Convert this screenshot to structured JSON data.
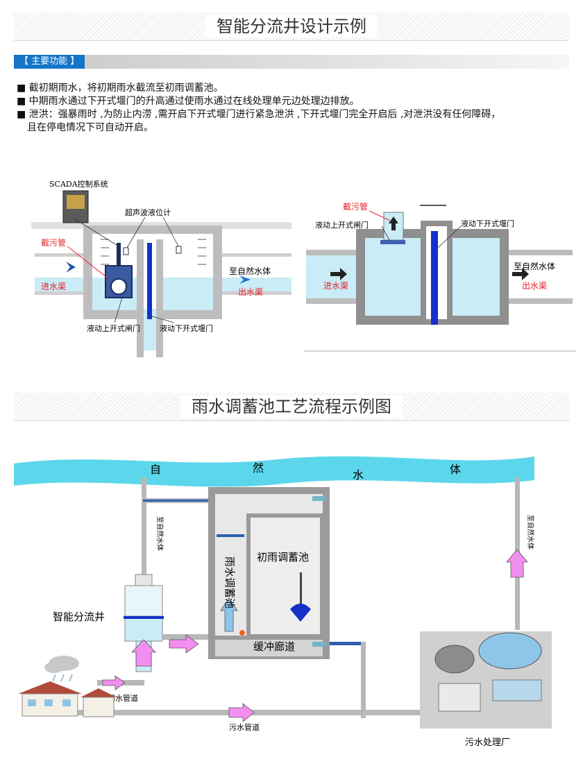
{
  "section1": {
    "title": "智能分流井设计示例"
  },
  "functions": {
    "tag": "【 主要功能 】",
    "items": [
      "■ 截初期雨水，将初期雨水截流至初雨调蓄池。",
      "■ 中期雨水通过下开式堰门的升高通过使雨水通过在线处理单元边处理边排放。",
      "■ 泄洪：强暴雨时 ,为防止内涝 ,需开启下开式堰门进行紧急泄洪 ,下开式堰门完全开启后 ,对泄洪没有任何障碍，",
      "且在停电情况下可自动开启。"
    ]
  },
  "diagram1": {
    "scada": "SCADA控制系统",
    "ultrasonic": "超声波液位计",
    "trash_pipe": "截污管",
    "inlet": "进水渠",
    "outlet": "出水渠",
    "to_nature": "至自然水体",
    "gate_up": "液动上开式闸门",
    "weir_down": "液动下开式堰门"
  },
  "diagram2": {
    "trash_pipe": "截污管",
    "gate_up": "液动上开式闸门",
    "weir_down": "液动下开式堰门",
    "to_nature": "至自然水体",
    "inlet": "进水渠",
    "outlet": "出水渠"
  },
  "section2": {
    "title": "雨水调蓄池工艺流程示例图"
  },
  "process": {
    "river_chars": [
      "自",
      "然",
      "水",
      "体"
    ],
    "to_nature_left": "至自然水体",
    "to_nature_right": "至自然水体",
    "rain_tank": "雨水调蓄池",
    "initial_tank": "初雨调蓄池",
    "buffer": "缓冲廊道",
    "smart_well": "智能分流井",
    "rain_pipe": "雨水管道",
    "sewage_pipe": "污水管道",
    "plant": "污水处理厂"
  },
  "colors": {
    "accent": "#1476c8",
    "water": "#c9ecf6",
    "river": "#5cd6ea",
    "arrow": "#f28ef0",
    "label_red": "#e8202a",
    "weir_blue": "#1530c8"
  }
}
